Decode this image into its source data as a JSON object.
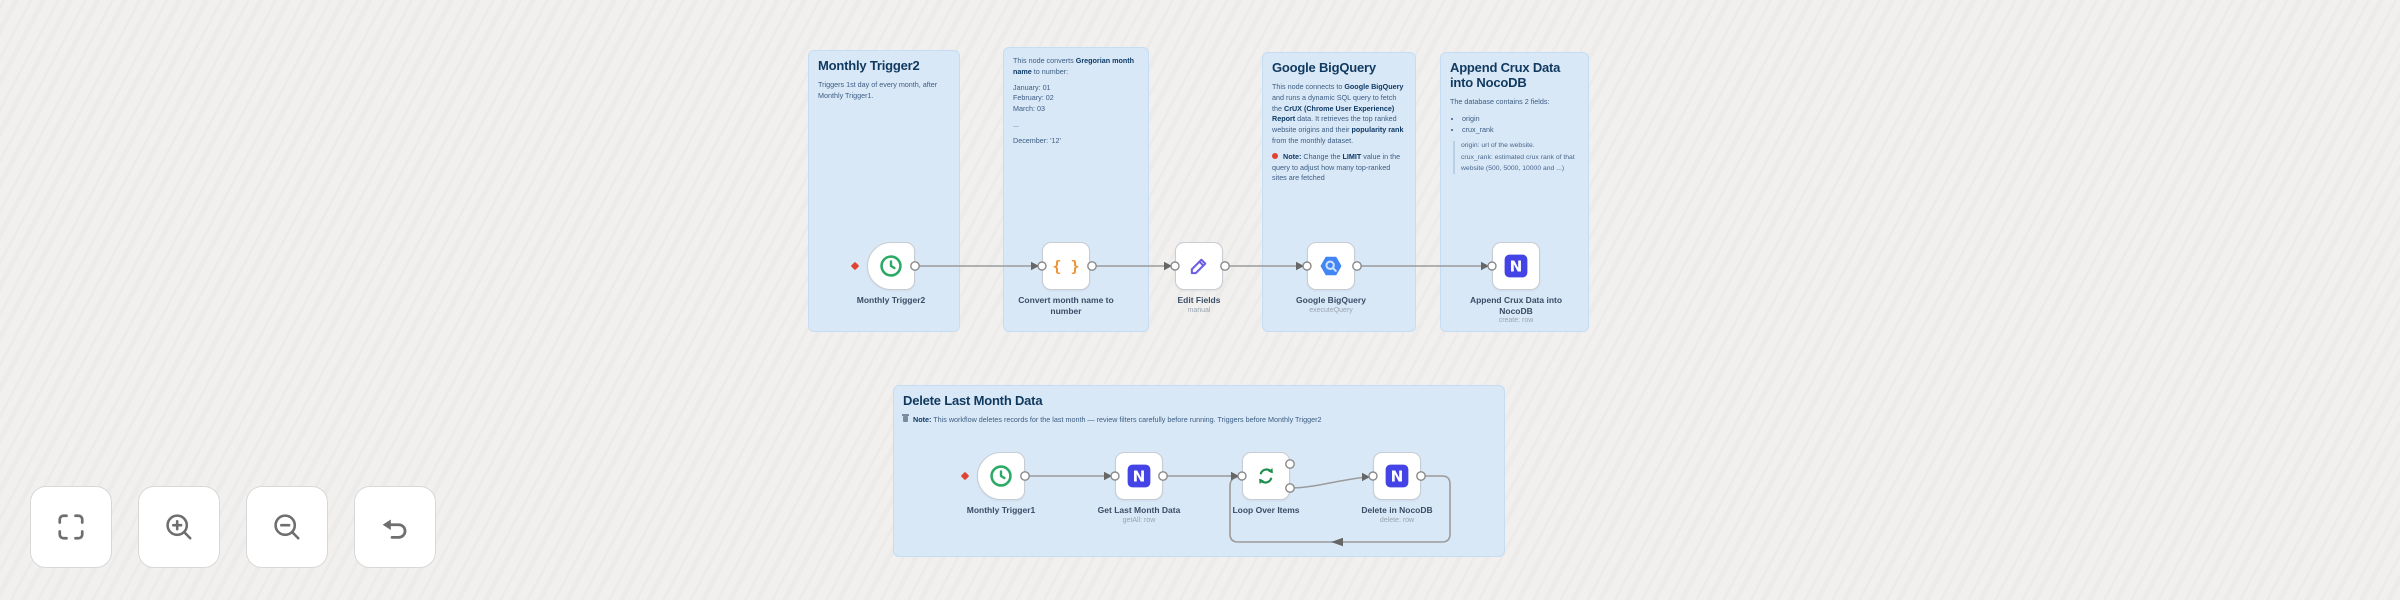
{
  "canvas": {
    "background": "#f1f0ee",
    "sticky_color": "#d9e8f7",
    "accent_colors": {
      "schedule_trigger_green": "#2dab66",
      "code_orange": "#f09336",
      "edit_fields_indigo": "#6c5fe8",
      "bigquery_blue": "#4285f4",
      "nocodb_indigo": "#4343e6",
      "loop_green": "#1e8f4f",
      "issue_red": "#e0432f"
    }
  },
  "stickies": [
    {
      "title": "Monthly Trigger2",
      "body": [
        {
          "type": "p",
          "seg": [
            {
              "t": "Triggers 1st day of every month, after Monthly Trigger1."
            }
          ]
        }
      ]
    },
    {
      "title": "",
      "body": [
        {
          "type": "p",
          "seg": [
            {
              "t": "This node converts "
            },
            {
              "t": "Gregorian month name",
              "b": true
            },
            {
              "t": " to number:"
            }
          ]
        },
        {
          "type": "p",
          "seg": [
            {
              "t": "January: 01\nFebruary: 02\nMarch: 03"
            }
          ]
        },
        {
          "type": "p",
          "seg": [
            {
              "t": "..."
            }
          ]
        },
        {
          "type": "p",
          "seg": [
            {
              "t": "December: '12'"
            }
          ]
        }
      ]
    },
    {
      "title": "Google BigQuery",
      "body": [
        {
          "type": "p",
          "seg": [
            {
              "t": "This node connects to "
            },
            {
              "t": "Google BigQuery",
              "b": true
            },
            {
              "t": " and runs a dynamic SQL query to fetch the "
            },
            {
              "t": "CrUX (Chrome User Experience) Report",
              "b": true
            },
            {
              "t": " data. It retrieves the top ranked website origins and their "
            },
            {
              "t": "popularity rank",
              "b": true
            },
            {
              "t": " from the monthly dataset."
            }
          ]
        },
        {
          "type": "p",
          "seg": [
            {
              "icon": "pin-icon"
            },
            {
              "t": " Note:",
              "b": true
            },
            {
              "t": " Change the "
            },
            {
              "t": "LIMIT",
              "b": true
            },
            {
              "t": " value in the query to adjust how many top-ranked sites are fetched"
            }
          ]
        }
      ]
    },
    {
      "title": "Append Crux Data into NocoDB",
      "body": [
        {
          "type": "p",
          "seg": [
            {
              "t": "The database contains 2 fields:"
            }
          ]
        },
        {
          "type": "ul",
          "items": [
            "origin",
            "crux_rank"
          ]
        },
        {
          "type": "quote",
          "lines": [
            "origin: url of the website.",
            "crux_rank: estimated crux rank of that website (500, 5000, 10000 and ...)"
          ]
        }
      ]
    },
    {
      "title": "Delete Last Month Data",
      "body": [
        {
          "type": "p",
          "seg": [
            {
              "icon": "trash-icon"
            },
            {
              "t": " Note:",
              "b": true
            },
            {
              "t": " This workflow deletes records for the last month — review filters carefully before running. Triggers before Monthly Trigger2"
            }
          ]
        }
      ]
    }
  ],
  "nodes": [
    {
      "label": "Monthly Trigger2",
      "sublabel": "",
      "icon": "clock-icon"
    },
    {
      "label": "Convert month name to number",
      "sublabel": "",
      "icon": "code-braces-icon"
    },
    {
      "label": "Edit Fields",
      "sublabel": "manual",
      "icon": "pencil-icon"
    },
    {
      "label": "Google BigQuery",
      "sublabel": "executeQuery",
      "icon": "bigquery-hexagon-icon"
    },
    {
      "label": "Append Crux Data into NocoDB",
      "sublabel": "create: row",
      "icon": "nocodb-icon"
    },
    {
      "label": "Monthly Trigger1",
      "sublabel": "",
      "icon": "clock-icon"
    },
    {
      "label": "Get Last Month Data",
      "sublabel": "getAll: row",
      "icon": "nocodb-icon"
    },
    {
      "label": "Loop Over Items",
      "sublabel": "",
      "icon": "loop-arrows-icon"
    },
    {
      "label": "Delete in NocoDB",
      "sublabel": "delete: row",
      "icon": "nocodb-icon"
    }
  ],
  "controls": [
    {
      "name": "zoom-to-fit",
      "icon": "fit-view-icon"
    },
    {
      "name": "zoom-in",
      "icon": "zoom-in-icon"
    },
    {
      "name": "zoom-out",
      "icon": "zoom-out-icon"
    },
    {
      "name": "reset-zoom",
      "icon": "undo-icon"
    }
  ]
}
